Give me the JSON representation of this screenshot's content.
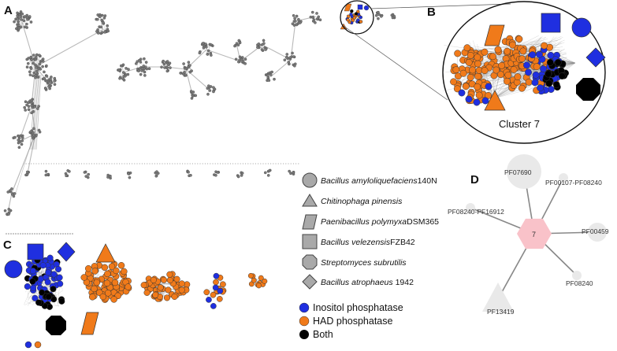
{
  "colors": {
    "edge": "#8a8a8a",
    "node_gray": "#7a7a7a",
    "inositol": "#1f2fe0",
    "had": "#f07a1a",
    "both": "#000000",
    "species_fill": "#a9a9a9",
    "pf_node": "#e9e9e9",
    "center_node": "#f9c2c9"
  },
  "panels": {
    "a": {
      "letter": "A"
    },
    "b": {
      "letter": "B",
      "caption": "Cluster 7"
    },
    "c": {
      "letter": "C"
    },
    "d": {
      "letter": "D",
      "center_label": "7",
      "nodes": [
        {
          "label": "PF07690",
          "shape": "circle-large"
        },
        {
          "label": "PF00107-PF08240",
          "shape": "circle-small"
        },
        {
          "label": "PF08240-PF16912",
          "shape": "circle-small"
        },
        {
          "label": "PF00459",
          "shape": "circle-medium"
        },
        {
          "label": "PF08240",
          "shape": "circle-small"
        },
        {
          "label": "PF13419",
          "shape": "triangle"
        }
      ]
    }
  },
  "species_legend": [
    {
      "shape": "circle",
      "genus": "Bacillus",
      "species": "amyloliquefaciens",
      "strain": "140N"
    },
    {
      "shape": "triangle",
      "genus": "Chitinophaga",
      "species": "pinensis",
      "strain": ""
    },
    {
      "shape": "parallelogram",
      "genus": "Paenibacillus",
      "species": "polymyxa",
      "strain": "DSM365"
    },
    {
      "shape": "square",
      "genus": "Bacillus",
      "species": "velezensis",
      "strain": "FZB42"
    },
    {
      "shape": "octagon",
      "genus": "Streptomyces",
      "species": "subrutilis",
      "strain": ""
    },
    {
      "shape": "diamond",
      "genus": "Bacillus",
      "species": "atrophaeus",
      "strain": "1942"
    }
  ],
  "color_legend": [
    {
      "label": "Inositol phosphatase",
      "color": "#1f2fe0"
    },
    {
      "label": "HAD phosphatase",
      "color": "#f07a1a"
    },
    {
      "label": "Both",
      "color": "#000000"
    }
  ]
}
